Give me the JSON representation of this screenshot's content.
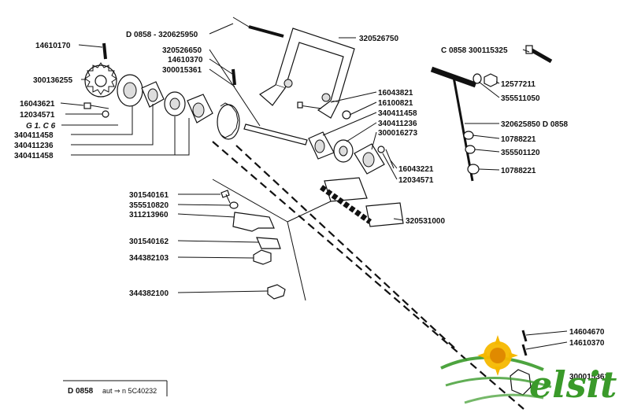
{
  "labels": {
    "p14610170": "14610170",
    "p300136255": "300136255",
    "p16043621": "16043621",
    "p12034571a": "12034571",
    "g1c6": "G 1. C 6",
    "p340411458a": "340411458",
    "p340411236a": "340411236",
    "p340411458b": "340411458",
    "d0858a": "D 0858 - 320625950",
    "p320526650": "320526650",
    "p14610370a": "14610370",
    "p300015361a": "300015361",
    "p320526750": "320526750",
    "c0858": "C 0858  300115325",
    "p16043821": "16043821",
    "p16100821": "16100821",
    "p340411458c": "340411458",
    "p340411236b": "340411236",
    "p300016273": "300016273",
    "p12577211": "12577211",
    "p355511050": "355511050",
    "p320625850": "320625850  D 0858",
    "p10788221a": "10788221",
    "p355501120": "355501120",
    "p10788221b": "10788221",
    "p16043221": "16043221",
    "p12034571b": "12034571",
    "p301540161": "301540161",
    "p355510820": "355510820",
    "p311213960": "311213960",
    "p320531000": "320531000",
    "p301540162": "301540162",
    "p344382103": "344382103",
    "p344382100": "344382100",
    "p14604670": "14604670",
    "p14610370b": "14610370",
    "p300015361b": "300015361"
  },
  "footer": {
    "code": "D 0858",
    "note": "aut ⇒ n 5C40232"
  },
  "logo": {
    "text": "elsit"
  },
  "colors": {
    "ink": "#111111",
    "logo_green": "#3a9a2a",
    "sun_yellow": "#f5b800"
  }
}
